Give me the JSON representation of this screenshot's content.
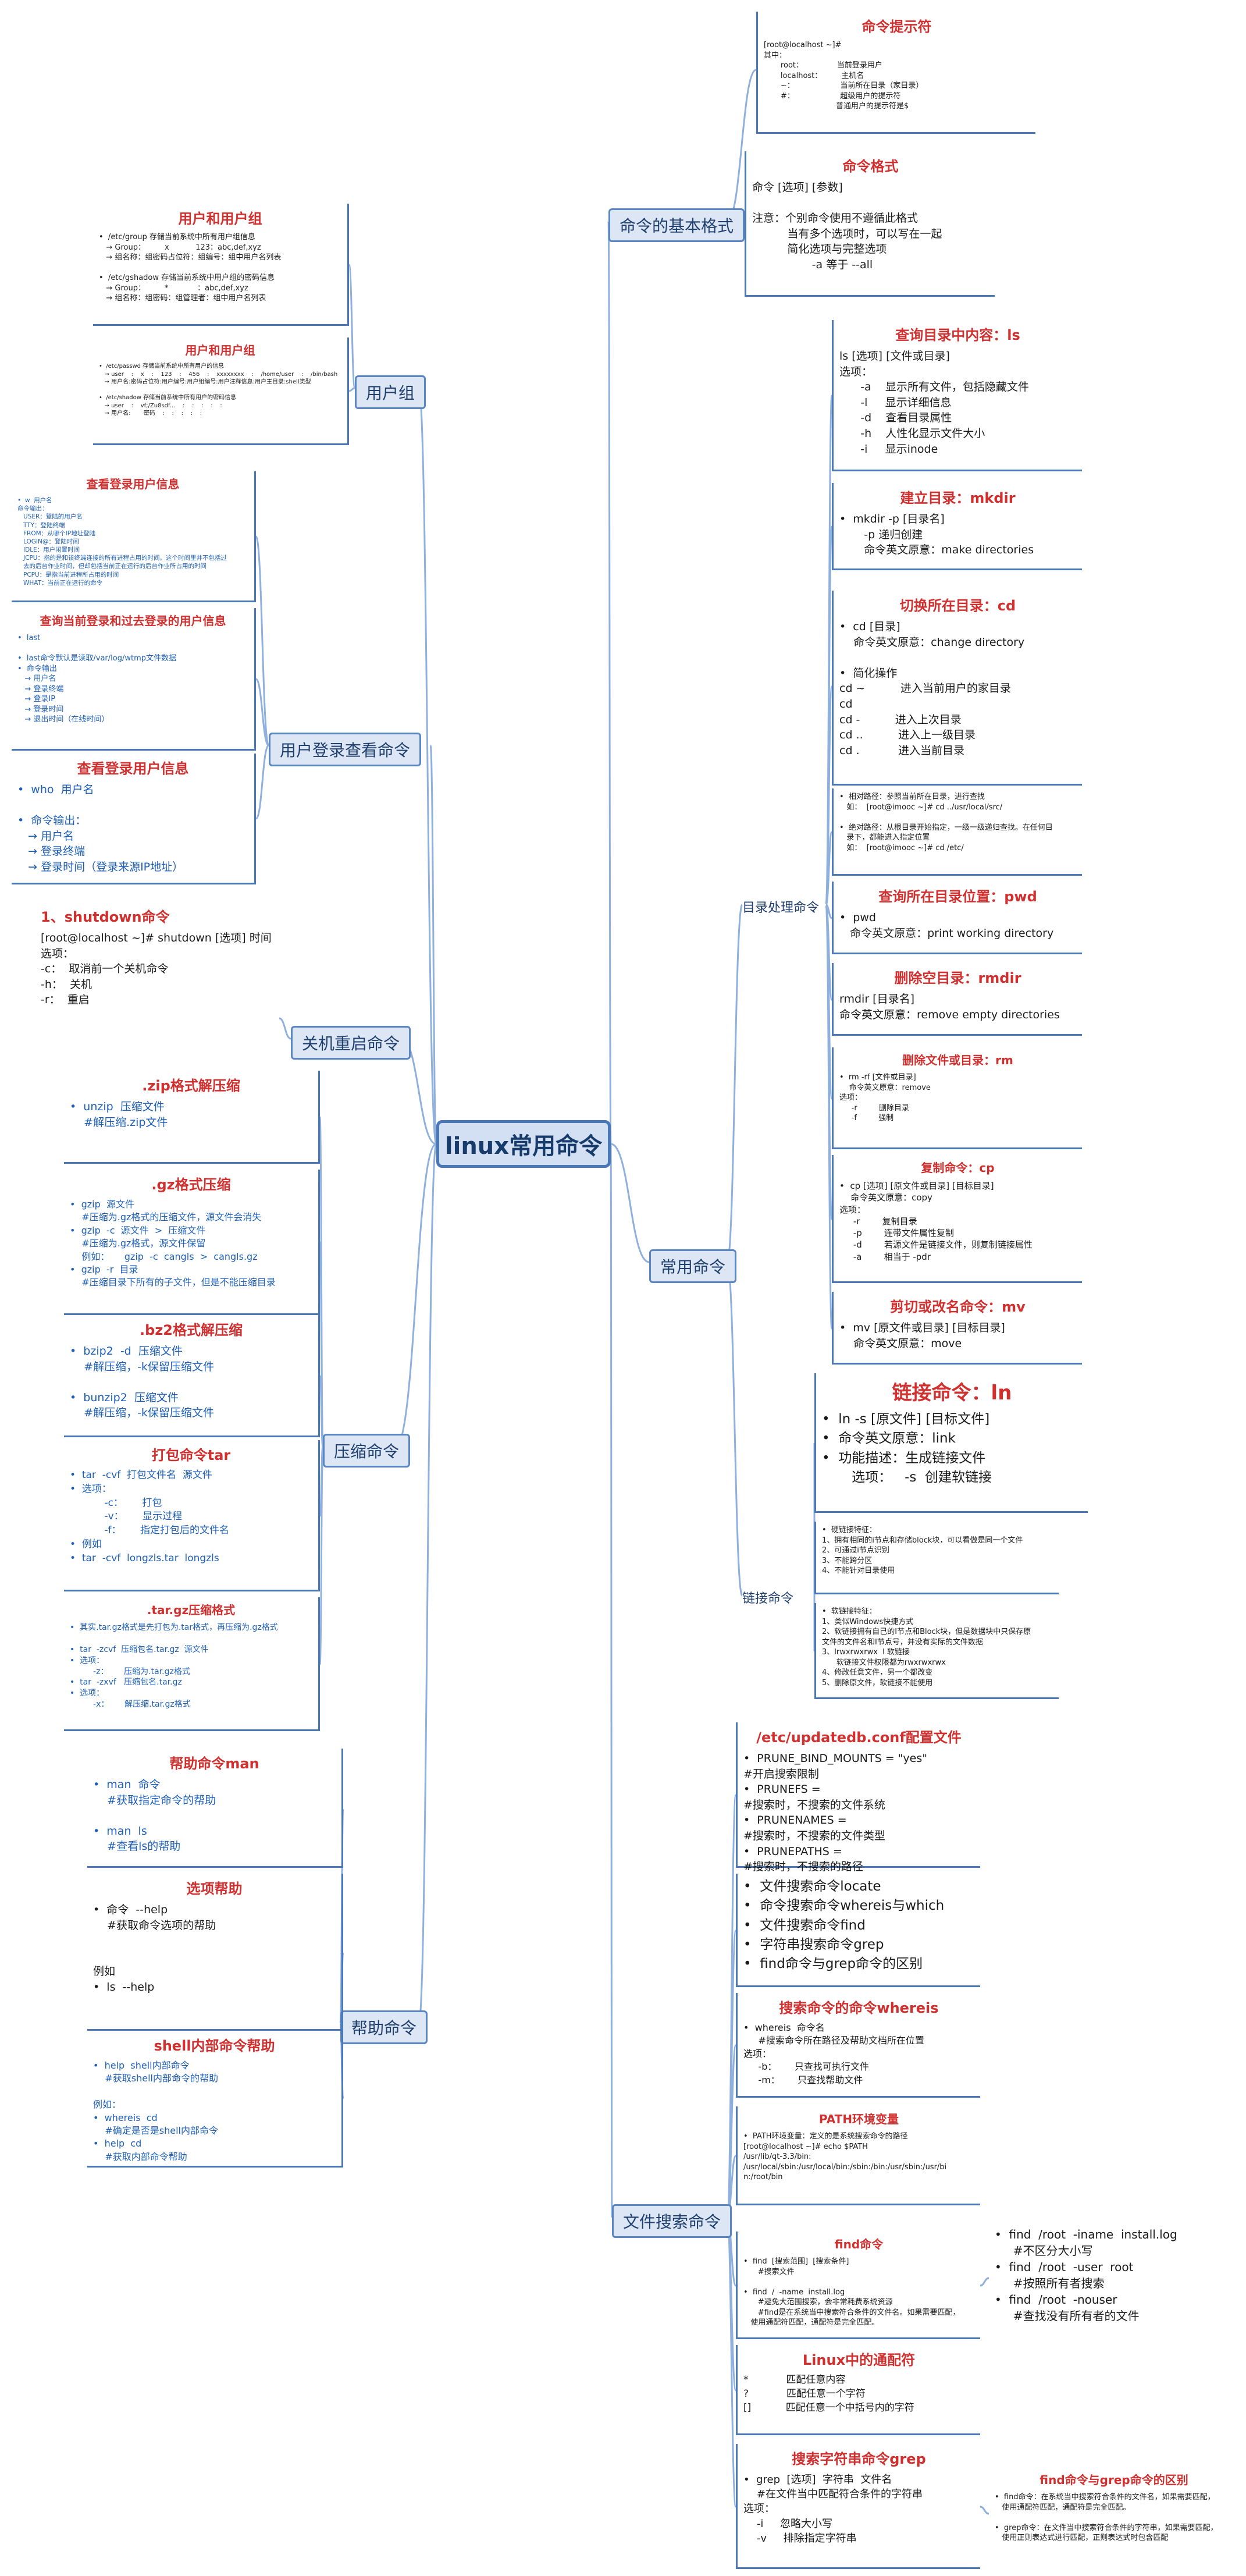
{
  "root": "linux常用命令",
  "topics": {
    "basic_format": "命令的基本格式",
    "user_group": "用户组",
    "login_view": "用户登录查看命令",
    "shutdown": "关机重启命令",
    "compress": "压缩命令",
    "help": "帮助命令",
    "common": "常用命令",
    "file_search": "文件搜索命令"
  },
  "subtopics": {
    "dir_process": "目录处理命令",
    "link": "链接命令"
  },
  "cards": {
    "prompt": {
      "title": "命令提示符",
      "body": "[root@localhost ~]#\n其中：\n       root：              当前登录用户\n       localhost：        主机名\n       ~：                   当前所在目录（家目录）\n       #：                   超级用户的提示符\n                              普通用户的提示符是$"
    },
    "cmd_format": {
      "title": "命令格式",
      "body": "命令 [选项] [参数]\n\n注意：个别命令使用不遵循此格式\n          当有多个选项时，可以写在一起\n          简化选项与完整选项\n                 -a 等于 --all"
    },
    "ls": {
      "title": "查询目录中内容：ls",
      "body": "ls [选项] [文件或目录]\n选项：\n      -a    显示所有文件，包括隐藏文件\n      -l     显示详细信息\n      -d    查看目录属性\n      -h    人性化显示文件大小\n      -i     显示inode"
    },
    "mkdir": {
      "title": "建立目录：mkdir",
      "body": "•  mkdir -p [目录名]\n       -p 递归创建\n       命令英文原意：make directories"
    },
    "cd": {
      "title": "切换所在目录：cd",
      "body": "•  cd [目录]\n    命令英文原意：change directory\n\n•  简化操作\ncd ~          进入当前用户的家目录\ncd\ncd -          进入上次目录\ncd ..          进入上一级目录\ncd .           进入当前目录"
    },
    "path": {
      "body": "•  相对路径：参照当前所在目录，进行查找\n   如：  [root@imooc ~]# cd ../usr/local/src/\n\n•  绝对路径：从根目录开始指定，一级一级递归查找。在任何目\n   录下，都能进入指定位置\n   如：  [root@imooc ~]# cd /etc/"
    },
    "pwd": {
      "title": "查询所在目录位置：pwd",
      "body": "•  pwd\n   命令英文原意：print working directory"
    },
    "rmdir": {
      "title": "删除空目录：rmdir",
      "body": "rmdir [目录名]\n命令英文原意：remove empty directories"
    },
    "rm": {
      "title": "删除文件或目录：rm",
      "body": "•  rm -rf [文件或目录]\n    命令英文原意：remove\n选项：\n     -r         删除目录\n     -f         强制"
    },
    "cp": {
      "title": "复制命令：cp",
      "body": "•  cp [选项] [原文件或目录] [目标目录]\n    命令英文原意：copy\n选项：\n     -r        复制目录\n     -p        连带文件属性复制\n     -d        若源文件是链接文件，则复制链接属性\n     -a        相当于 -pdr"
    },
    "mv": {
      "title": "剪切或改名命令：mv",
      "body": "•  mv [原文件或目录] [目标目录]\n    命令英文原意：move"
    },
    "ln": {
      "title": "链接命令：ln",
      "body": "•  ln -s [原文件] [目标文件]\n•  命令英文原意：link\n•  功能描述：生成链接文件\n       选项：   -s  创建软链接"
    },
    "hardlink": {
      "body": "•  硬链接特征：\n1、拥有相同的i节点和存储block块，可以看做是同一个文件\n2、可通过i节点识别\n3、不能跨分区\n4、不能针对目录使用"
    },
    "softlink": {
      "body": "•  软链接特征：\n1、类似Windows快捷方式\n2、软链接拥有自己的I节点和Block块，但是数据块中只保存原\n文件的文件名和I节点号，并没有实际的文件数据\n3、lrwxrwxrwx  l 软链接\n      软链接文件权限都为rwxrwxrwx\n4、修改任意文件，另一个都改变\n5、删除原文件，软链接不能使用"
    },
    "usergroup_1": {
      "title": "用户和用户组",
      "body": "•  /etc/group 存储当前系统中所有用户组信息\n   → Group：        x           123：abc,def,xyz\n   → 组名称：组密码占位符：组编号：组中用户名列表\n\n•  /etc/gshadow 存储当前系统中用户组的密码信息\n   → Group：        *            ：abc,def,xyz\n   → 组名称：组密码：组管理者：组中用户名列表"
    },
    "usergroup_2": {
      "title": "用户和用户组",
      "body": "•  /etc/passwd 存储当前系统中所有用户的信息\n   → user    :    x    :    123    :    456    :    xxxxxxxx    :    /home/user    :    /bin/bash\n   → 用户名:密码占位符:用户编号:用户组编号:用户注释信息:用户主目录:shell类型\n\n•  /etc/shadow 存储当前系统中所有用户的密码信息\n   → user    :    vf;/Zu8sdf...    :    :    :    :    :\n   → 用户名:       密码    :    :    :    :    :"
    },
    "w": {
      "title": "查看登录用户信息",
      "body": "•  w  用户名\n命令输出：\n   USER：登陆的用户名\n   TTY：登陆终端\n   FROM：从哪个IP地址登陆\n   LOGIN@：登陆时间\n   IDLE：用户闲置时间\n   JCPU：指的是和该终端连接的所有进程占用的时间。这个时间里并不包括过\n   去的后台作业时间，但却包括当前正在运行的后台作业所占用的时间\n   PCPU：是指当前进程所占用的时间\n   WHAT：当前正在运行的命令"
    },
    "last": {
      "title": "查询当前登录和过去登录的用户信息",
      "body": "•  last\n\n•  last命令默认是读取/var/log/wtmp文件数据\n•  命令输出\n   → 用户名\n   → 登录终端\n   → 登录IP\n   → 登录时间\n   → 退出时间（在线时间）"
    },
    "who": {
      "title": "查看登录用户信息",
      "body": "•  who  用户名\n\n•  命令输出：\n   → 用户名\n   → 登录终端\n   → 登录时间（登录来源IP地址）"
    },
    "shutdown": {
      "title": "1、shutdown命令",
      "body": "[root@localhost ~]# shutdown [选项] 时间\n选项：\n-c：  取消前一个关机命令\n-h：  关机\n-r：  重启"
    },
    "zip": {
      "title": ".zip格式解压缩",
      "body": "•  unzip  压缩文件\n    #解压缩.zip文件"
    },
    "gz": {
      "title": ".gz格式压缩",
      "body": "•  gzip  源文件\n    #压缩为.gz格式的压缩文件，源文件会消失\n•  gzip  -c  源文件  >  压缩文件\n    #压缩为.gz格式，源文件保留\n    例如：     gzip  -c  cangls  >  cangls.gz\n•  gzip  -r  目录\n    #压缩目录下所有的子文件，但是不能压缩目录"
    },
    "bz2": {
      "title": ".bz2格式解压缩",
      "body": "•  bzip2  -d  压缩文件\n    #解压缩，-k保留压缩文件\n\n•  bunzip2  压缩文件\n    #解压缩，-k保留压缩文件"
    },
    "tar": {
      "title": "打包命令tar",
      "body": "•  tar  -cvf  打包文件名  源文件\n•  选项：\n           -c：      打包\n           -v：      显示过程\n           -f：      指定打包后的文件名\n•  例如\n•  tar  -cvf  longzls.tar  longzls"
    },
    "targz": {
      "title": ".tar.gz压缩格式",
      "body": "•  其实.tar.gz格式是先打包为.tar格式，再压缩为.gz格式\n\n•  tar  -zcvf  压缩包名.tar.gz  源文件\n•  选项：\n         -z：      压缩为.tar.gz格式\n•  tar  -zxvf   压缩包名.tar.gz\n•  选项：\n         -x：      解压缩.tar.gz格式"
    },
    "man": {
      "title": "帮助命令man",
      "body": "•  man  命令\n    #获取指定命令的帮助\n\n•  man  ls\n    #查看ls的帮助"
    },
    "opt_help": {
      "title": "选项帮助",
      "body": "•  命令  --help\n    #获取命令选项的帮助\n\n\n例如\n•  ls  --help"
    },
    "shell_help": {
      "title": "shell内部命令帮助",
      "body": "•  help  shell内部命令\n    #获取shell内部命令的帮助\n\n例如：\n•  whereis  cd\n    #确定是否是shell内部命令\n•  help  cd\n    #获取内部命令帮助"
    },
    "updatedb": {
      "title": "/etc/updatedb.conf配置文件",
      "body": "•  PRUNE_BIND_MOUNTS = \"yes\"\n#开启搜索限制\n•  PRUNEFS =\n#搜索时，不搜索的文件系统\n•  PRUNENAMES =\n#搜索时，不搜索的文件类型\n•  PRUNEPATHS =\n#搜索时，不搜索的路径"
    },
    "search_list": {
      "body": "•  文件搜索命令locate\n•  命令搜索命令whereis与which\n•  文件搜索命令find\n•  字符串搜索命令grep\n•  find命令与grep命令的区别"
    },
    "whereis": {
      "title": "搜索命令的命令whereis",
      "body": "•  whereis  命令名\n     #搜索命令所在路径及帮助文档所在位置\n选项：\n     -b：      只查找可执行文件\n     -m：      只查找帮助文件"
    },
    "path_env": {
      "title": "PATH环境变量",
      "body": "•  PATH环境变量：定义的是系统搜索命令的路径\n[root@localhost ~]# echo $PATH\n/usr/lib/qt-3.3/bin:\n/usr/local/sbin:/usr/local/bin:/sbin:/bin:/usr/sbin:/usr/bi\nn:/root/bin"
    },
    "find": {
      "title": "find命令",
      "body": "•  find  [搜索范围]  [搜索条件]\n      #搜索文件\n\n•  find  /  -name  install.log\n      #避免大范围搜索，会非常耗费系统资源\n      #find是在系统当中搜索符合条件的文件名。如果需要匹配，\n   使用通配符匹配，通配符是完全匹配。"
    },
    "find_ex": {
      "body": "•  find  /root  -iname  install.log\n     #不区分大小写\n•  find  /root  -user  root\n     #按照所有者搜索\n•  find  /root  -nouser\n     #查找没有所有者的文件"
    },
    "wildcard": {
      "title": "Linux中的通配符",
      "body": "*            匹配任意内容\n?            匹配任意一个字符\n[]           匹配任意一个中括号内的字符"
    },
    "grep": {
      "title": "搜索字符串命令grep",
      "body": "•  grep  [选项]  字符串  文件名\n    #在文件当中匹配符合条件的字符串\n选项：\n    -i     忽略大小写\n    -v     排除指定字符串"
    },
    "find_grep": {
      "title": "find命令与grep命令的区别",
      "body": "•  find命令：在系统当中搜索符合条件的文件名，如果需要匹配，\n   使用通配符匹配，通配符是完全匹配。\n\n•  grep命令：在文件当中搜索符合条件的字符串，如果需要匹配，\n   使用正则表达式进行匹配，正则表达式时包含匹配"
    }
  }
}
